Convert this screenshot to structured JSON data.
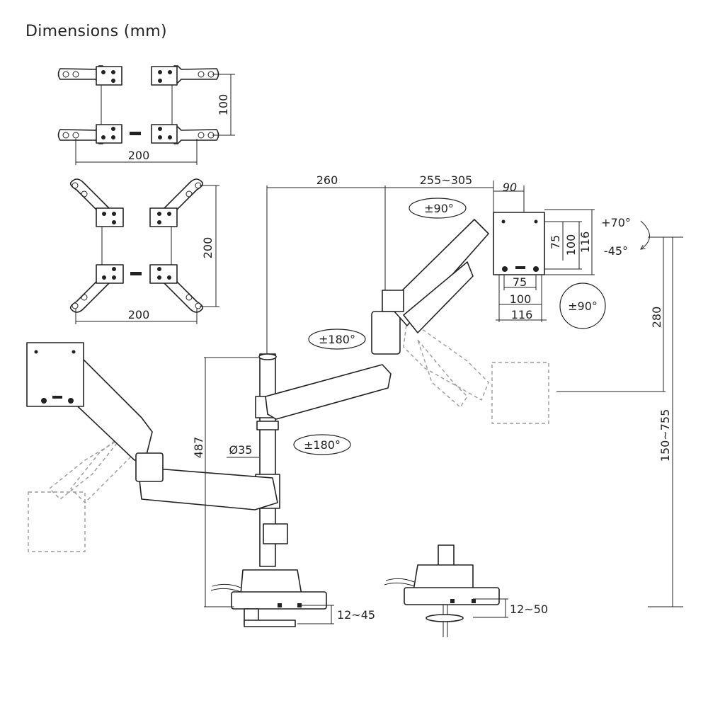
{
  "title": "Dimensions (mm)",
  "vesa": {
    "plate1_height": "100",
    "plate1_width": "200",
    "plate2_height": "200",
    "plate2_width": "200"
  },
  "arm": {
    "reach_inner": "260",
    "reach_outer": "255~305",
    "head_depth": "90",
    "pole_height": "487",
    "pole_diameter": "Ø35",
    "height_adjust": "280",
    "height_range": "150~755",
    "clamp_range": "12~45",
    "grommet_range": "12~50"
  },
  "rotation": {
    "head_swivel": "±90°",
    "tilt_up": "+70°",
    "tilt_down": "-45°",
    "rotate": "±90°",
    "forearm_swivel": "±180°",
    "arm_swivel": "±180°"
  },
  "head_plate": {
    "v75": "75",
    "v100": "100",
    "v116": "116",
    "h75": "75",
    "h100": "100",
    "h116": "116"
  }
}
